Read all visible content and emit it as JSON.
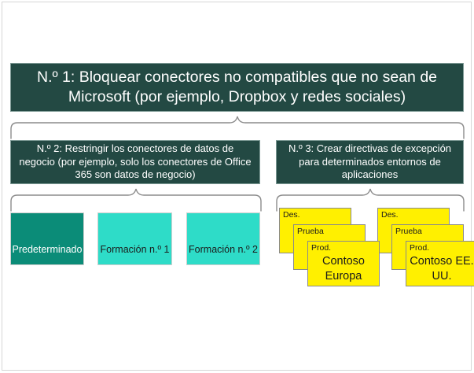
{
  "diagram": {
    "title_banner": {
      "label": "N.º 1: Bloquear conectores no compatibles que no sean de Microsoft (por ejemplo, Dropbox y redes sociales)"
    },
    "branches": [
      {
        "id": "branch-2",
        "label": "N.º 2: Restringir los conectores de datos de negocio (por ejemplo, solo los conectores de Office 365 son datos de negocio)"
      },
      {
        "id": "branch-3",
        "label": "N.º 3: Crear directivas de excepción para determinados entornos de aplicaciones"
      }
    ],
    "environments": [
      {
        "id": "env-default",
        "label": "Predeterminado",
        "style": "default"
      },
      {
        "id": "env-training-1",
        "label": "Formación n.º 1",
        "style": "training"
      },
      {
        "id": "env-training-2",
        "label": "Formación n.º 2",
        "style": "training"
      }
    ],
    "card_stacks": [
      {
        "id": "stack-contoso-europa",
        "layers": [
          {
            "tag": "Des.",
            "title": ""
          },
          {
            "tag": "Prueba",
            "title": ""
          },
          {
            "tag": "Prod.",
            "title": "Contoso Europa"
          }
        ]
      },
      {
        "id": "stack-contoso-eeuu",
        "layers": [
          {
            "tag": "Des.",
            "title": ""
          },
          {
            "tag": "Prueba",
            "title": ""
          },
          {
            "tag": "Prod.",
            "title": "Contoso EE. UU."
          }
        ]
      }
    ],
    "colors": {
      "banner_dark_teal": "#234943",
      "env_default_teal": "#0b8c78",
      "env_training_turquoise": "#2edcc8",
      "card_yellow": "#fff000",
      "brace_gray": "#8c8c8c",
      "page_border_gray": "#d6d6d6"
    }
  }
}
